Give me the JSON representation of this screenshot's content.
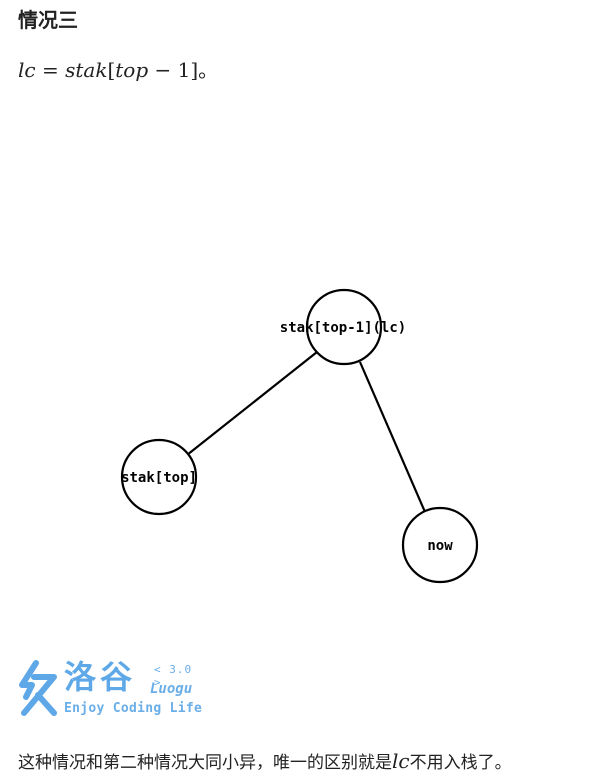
{
  "section": {
    "heading": "情况三"
  },
  "formula": {
    "lhs": "lc",
    "eq": " = ",
    "stak": "stak",
    "open": "[",
    "top": "top",
    "minus": " − ",
    "one": "1",
    "close": "]",
    "end": "。"
  },
  "tree": {
    "nodes": [
      {
        "id": "parent",
        "label": "stak[top-1](lc)"
      },
      {
        "id": "left",
        "label": "stak[top]"
      },
      {
        "id": "right",
        "label": "now"
      }
    ],
    "edges": [
      {
        "from": "parent",
        "to": "left"
      },
      {
        "from": "parent",
        "to": "right"
      }
    ]
  },
  "logo": {
    "name_cn": "洛谷",
    "version": "< 3.0 >",
    "name_en": "Luogu",
    "slogan": "Enjoy Coding Life",
    "color": "#5fa8e8"
  },
  "caption": {
    "before": "这种情况和第二种情况大同小异，唯一的区别就是",
    "var": "lc",
    "after": "不用入栈了。"
  }
}
